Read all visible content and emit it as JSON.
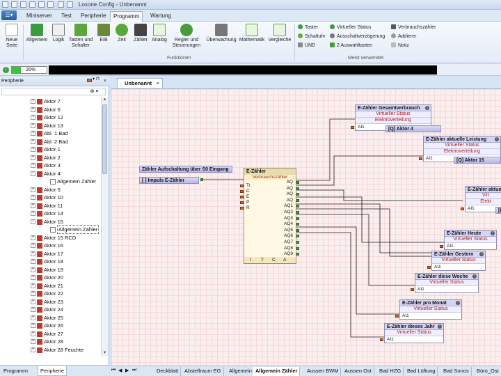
{
  "window": {
    "title": "Loxone Config - Unbenannt"
  },
  "menu": {
    "app_button": "☰▾",
    "tabs": [
      "Miniserver",
      "Test",
      "Peripherie",
      "Programm",
      "Wartung"
    ],
    "active_tab": "Programm"
  },
  "ribbon": {
    "new_page": "Neue Seite",
    "buttons": [
      "Allgemein",
      "Logik",
      "Tasten und Schalter",
      "EIB",
      "Zeit",
      "Zähler",
      "Analog",
      "Regler und Steuerungen",
      "Überwachung",
      "Mathematik",
      "Vergleiche"
    ],
    "group_label": "Funktionen",
    "small_buttons": [
      "Taster",
      "Schaltuhr",
      "UND",
      "Virtueller Status",
      "Ausschaltverzögerung",
      "2 Auswahltasten",
      "Verbrauchszähler",
      "Addierer",
      "Notiz"
    ],
    "group2_label": "Meist verwendet"
  },
  "progress": {
    "percent_text": "26%",
    "value": 0.26
  },
  "panel": {
    "title": "Peripherie",
    "pin": "▾ ⊓",
    "close": "×",
    "search_icon": "⊗ ▾",
    "tree": [
      {
        "label": "Aktor 7",
        "indent": 2,
        "exp": "+"
      },
      {
        "label": "Aktor 6",
        "indent": 2,
        "exp": "+"
      },
      {
        "label": "Aktor 12",
        "indent": 2,
        "exp": "+"
      },
      {
        "label": "Aktor 13",
        "indent": 2,
        "exp": "+"
      },
      {
        "label": "Abl. 1 Bad",
        "indent": 2,
        "exp": "+"
      },
      {
        "label": "Abl. 2 Bad",
        "indent": 2,
        "exp": "+"
      },
      {
        "label": "Aktor 1",
        "indent": 2,
        "exp": "+"
      },
      {
        "label": "Aktor 2",
        "indent": 2,
        "exp": "+"
      },
      {
        "label": "Aktor 3",
        "indent": 2,
        "exp": "+"
      },
      {
        "label": "Aktor 4",
        "indent": 2,
        "exp": "−"
      },
      {
        "label": "Allgemein Zähler",
        "indent": 3,
        "exp": ""
      },
      {
        "label": "Aktor 5",
        "indent": 2,
        "exp": "+"
      },
      {
        "label": "Aktor 10",
        "indent": 2,
        "exp": "+"
      },
      {
        "label": "Aktor 11",
        "indent": 2,
        "exp": "+"
      },
      {
        "label": "Aktor 14",
        "indent": 2,
        "exp": "+"
      },
      {
        "label": "Aktor 15",
        "indent": 2,
        "exp": "−"
      },
      {
        "label": "Allgemein Zähler",
        "indent": 3,
        "exp": "",
        "selected": true
      },
      {
        "label": "Aktor 15 RCD",
        "indent": 2,
        "exp": "+"
      },
      {
        "label": "Aktor 16",
        "indent": 2,
        "exp": "+"
      },
      {
        "label": "Aktor 17",
        "indent": 2,
        "exp": "+"
      },
      {
        "label": "Aktor 18",
        "indent": 2,
        "exp": "+"
      },
      {
        "label": "Aktor 19",
        "indent": 2,
        "exp": "+"
      },
      {
        "label": "Aktor 20",
        "indent": 2,
        "exp": "+"
      },
      {
        "label": "Aktor 21",
        "indent": 2,
        "exp": "+"
      },
      {
        "label": "Aktor 22",
        "indent": 2,
        "exp": "+"
      },
      {
        "label": "Aktor 23",
        "indent": 2,
        "exp": "+"
      },
      {
        "label": "Aktor 24",
        "indent": 2,
        "exp": "+"
      },
      {
        "label": "Aktor 25",
        "indent": 2,
        "exp": "+"
      },
      {
        "label": "Aktor 26",
        "indent": 2,
        "exp": "+"
      },
      {
        "label": "Aktor 27",
        "indent": 2,
        "exp": "+"
      },
      {
        "label": "Aktor 28",
        "indent": 2,
        "exp": "+"
      },
      {
        "label": "Aktor 28 Feuchte",
        "indent": 2,
        "exp": "+"
      }
    ],
    "tabs": [
      "Programm",
      "Peripherie"
    ],
    "active_tab": "Peripherie"
  },
  "document": {
    "tab": "Unbenannt",
    "close": "×"
  },
  "canvas": {
    "label_input": "Zähler Aufschaltung über S0 Eingang",
    "input_ref": "[ ] Impuls E-Zähler",
    "ez": {
      "title": "E-Zähler",
      "subtitle": "Verbrauchszähler",
      "inputs": [
        "Tr",
        "C",
        "E",
        "P",
        "R"
      ],
      "outputs": [
        "AQ",
        "AQ",
        "AQ",
        "AQ",
        "AQ1",
        "AQ2",
        "AQ3",
        "AQ4",
        "AQ5",
        "AQ6",
        "AQ7",
        "AQ8",
        "AQ9"
      ],
      "foot": [
        "I",
        "T",
        "C",
        "A"
      ]
    },
    "blocks": [
      {
        "title": "E-Zähler Gesamtverbrauch",
        "sub1": "Virtueller Status",
        "sub2": "Elektroverteilung",
        "pin": "AI1",
        "ref": "[Q] Aktor 4"
      },
      {
        "title": "E-Zähler aktuelle Leistung",
        "sub1": "Virtueller Status",
        "sub2": "Elektroverteilung",
        "pin": "AI1",
        "ref": "[Q] Aktor 15"
      },
      {
        "title": "E-Zähler aktuell",
        "sub1": "Virt",
        "sub2": "Elekt",
        "pin": "AI1",
        "ref": "[Q] Akt"
      },
      {
        "title": "E-Zähler Heute",
        "sub1": "Virtueller Status",
        "pin": "AI1"
      },
      {
        "title": "E-Zähler Gestern",
        "sub1": "Virtueller Status",
        "pin": "AI1"
      },
      {
        "title": "E-Zähler diese Woche",
        "sub1": "Virtueller Status",
        "pin": "AI1"
      },
      {
        "title": "E-Zähler pro Monat",
        "sub1": "Virtueller Status",
        "pin": "AI1"
      },
      {
        "title": "E-Zähler dieses Jahr",
        "sub1": "Virtueller Status",
        "pin": "AI1"
      }
    ]
  },
  "bottom_tabs": [
    "Deckblatt",
    "Abstellraum EG",
    "Allgemein",
    "Allgemein Zähler",
    "Aussen BWM",
    "Aussen Ost",
    "Bad HZG",
    "Bad Lüftung",
    "Bad Sonos",
    "Büro_Ost"
  ],
  "bottom_active": "Allgemein Zähler"
}
